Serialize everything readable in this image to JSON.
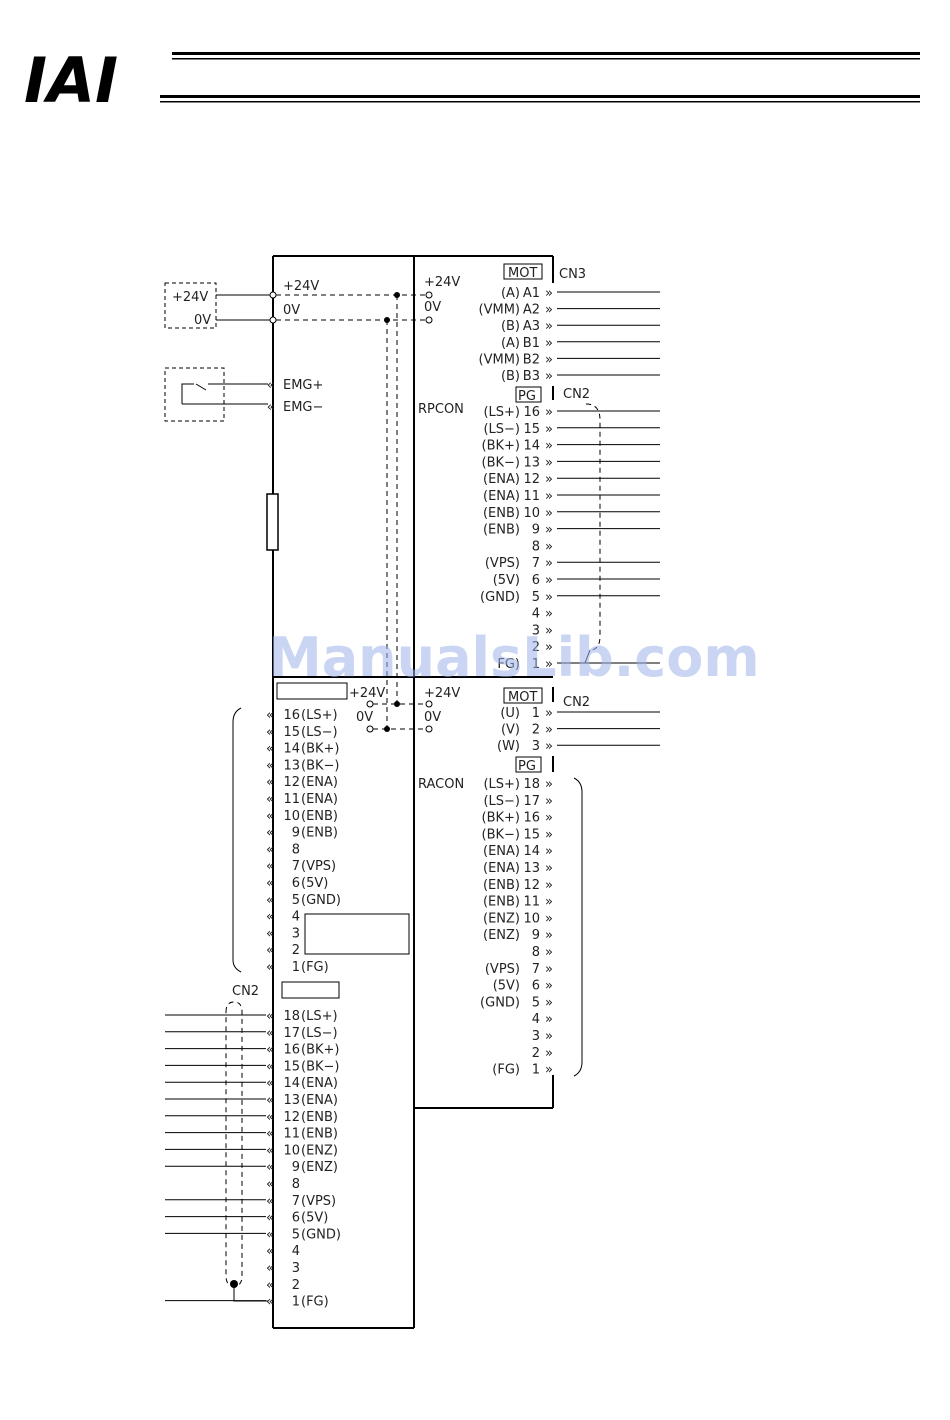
{
  "logo": {
    "text": "IAI"
  },
  "watermark": {
    "text": "ManualsLib.com"
  },
  "power_supply": {
    "plus": "+24V",
    "zero": "0V"
  },
  "emg": {
    "plus": "EMG+",
    "minus": "EMG−"
  },
  "upper_block": {
    "left_plus": "+24V",
    "left_zero": "0V",
    "right_plus": "+24V",
    "right_zero": "0V",
    "name": "RPCON",
    "mot_box": "MOT",
    "pg_box": "PG",
    "cn3": "CN3",
    "cn2": "CN2",
    "mot_pins": [
      {
        "signal": "(A)",
        "pin": "A1"
      },
      {
        "signal": "(VMM)",
        "pin": "A2"
      },
      {
        "signal": "(B)",
        "pin": "A3"
      },
      {
        "signal": "(A)",
        "pin": "B1"
      },
      {
        "signal": "(VMM)",
        "pin": "B2"
      },
      {
        "signal": "(B)",
        "pin": "B3"
      }
    ],
    "pg_pins": [
      {
        "signal": "(LS+)",
        "pin": "16"
      },
      {
        "signal": "(LS−)",
        "pin": "15"
      },
      {
        "signal": "(BK+)",
        "pin": "14"
      },
      {
        "signal": "(BK−)",
        "pin": "13"
      },
      {
        "signal": "(ENA)",
        "pin": "12"
      },
      {
        "signal": "(ENA)",
        "pin": "11"
      },
      {
        "signal": "(ENB)",
        "pin": "10"
      },
      {
        "signal": "(ENB)",
        "pin": "9"
      },
      {
        "signal": "",
        "pin": "8"
      },
      {
        "signal": "(VPS)",
        "pin": "7"
      },
      {
        "signal": "(5V)",
        "pin": "6"
      },
      {
        "signal": "(GND)",
        "pin": "5"
      },
      {
        "signal": "",
        "pin": "4"
      },
      {
        "signal": "",
        "pin": "3"
      },
      {
        "signal": "",
        "pin": "2"
      },
      {
        "signal": "FG)",
        "pin": "1"
      }
    ]
  },
  "lower_block": {
    "left_plus": "+24V",
    "left_zero": "0V",
    "right_plus": "+24V",
    "right_zero": "0V",
    "name": "RACON",
    "mot_box": "MOT",
    "pg_box": "PG",
    "cn2": "CN2",
    "mot_pins": [
      {
        "signal": "(U)",
        "pin": "1"
      },
      {
        "signal": "(V)",
        "pin": "2"
      },
      {
        "signal": "(W)",
        "pin": "3"
      }
    ],
    "pg_pins": [
      {
        "signal": "(LS+)",
        "pin": "18"
      },
      {
        "signal": "(LS−)",
        "pin": "17"
      },
      {
        "signal": "(BK+)",
        "pin": "16"
      },
      {
        "signal": "(BK−)",
        "pin": "15"
      },
      {
        "signal": "(ENA)",
        "pin": "14"
      },
      {
        "signal": "(ENA)",
        "pin": "13"
      },
      {
        "signal": "(ENB)",
        "pin": "12"
      },
      {
        "signal": "(ENB)",
        "pin": "11"
      },
      {
        "signal": "(ENZ)",
        "pin": "10"
      },
      {
        "signal": "(ENZ)",
        "pin": "9"
      },
      {
        "signal": "",
        "pin": "8"
      },
      {
        "signal": "(VPS)",
        "pin": "7"
      },
      {
        "signal": "(5V)",
        "pin": "6"
      },
      {
        "signal": "(GND)",
        "pin": "5"
      },
      {
        "signal": "",
        "pin": "4"
      },
      {
        "signal": "",
        "pin": "3"
      },
      {
        "signal": "",
        "pin": "2"
      },
      {
        "signal": "(FG)",
        "pin": "1"
      }
    ]
  },
  "left_cable_16": [
    {
      "pin": "16",
      "signal": "(LS+)"
    },
    {
      "pin": "15",
      "signal": "(LS−)"
    },
    {
      "pin": "14",
      "signal": "(BK+)"
    },
    {
      "pin": "13",
      "signal": "(BK−)"
    },
    {
      "pin": "12",
      "signal": "(ENA)"
    },
    {
      "pin": "11",
      "signal": "(ENA)"
    },
    {
      "pin": "10",
      "signal": "(ENB)"
    },
    {
      "pin": "9",
      "signal": "(ENB)"
    },
    {
      "pin": "8",
      "signal": ""
    },
    {
      "pin": "7",
      "signal": "(VPS)"
    },
    {
      "pin": "6",
      "signal": "(5V)"
    },
    {
      "pin": "5",
      "signal": "(GND)"
    },
    {
      "pin": "4",
      "signal": ""
    },
    {
      "pin": "3",
      "signal": ""
    },
    {
      "pin": "2",
      "signal": ""
    },
    {
      "pin": "1",
      "signal": "(FG)"
    }
  ],
  "left_cable_18": {
    "cn2": "CN2",
    "pins": [
      {
        "pin": "18",
        "signal": "(LS+)"
      },
      {
        "pin": "17",
        "signal": "(LS−)"
      },
      {
        "pin": "16",
        "signal": "(BK+)"
      },
      {
        "pin": "15",
        "signal": "(BK−)"
      },
      {
        "pin": "14",
        "signal": "(ENA)"
      },
      {
        "pin": "13",
        "signal": "(ENA)"
      },
      {
        "pin": "12",
        "signal": "(ENB)"
      },
      {
        "pin": "11",
        "signal": "(ENB)"
      },
      {
        "pin": "10",
        "signal": "(ENZ)"
      },
      {
        "pin": "9",
        "signal": "(ENZ)"
      },
      {
        "pin": "8",
        "signal": ""
      },
      {
        "pin": "7",
        "signal": "(VPS)"
      },
      {
        "pin": "6",
        "signal": "(5V)"
      },
      {
        "pin": "5",
        "signal": "(GND)"
      },
      {
        "pin": "4",
        "signal": ""
      },
      {
        "pin": "3",
        "signal": ""
      },
      {
        "pin": "2",
        "signal": ""
      },
      {
        "pin": "1",
        "signal": "(FG)"
      }
    ]
  }
}
